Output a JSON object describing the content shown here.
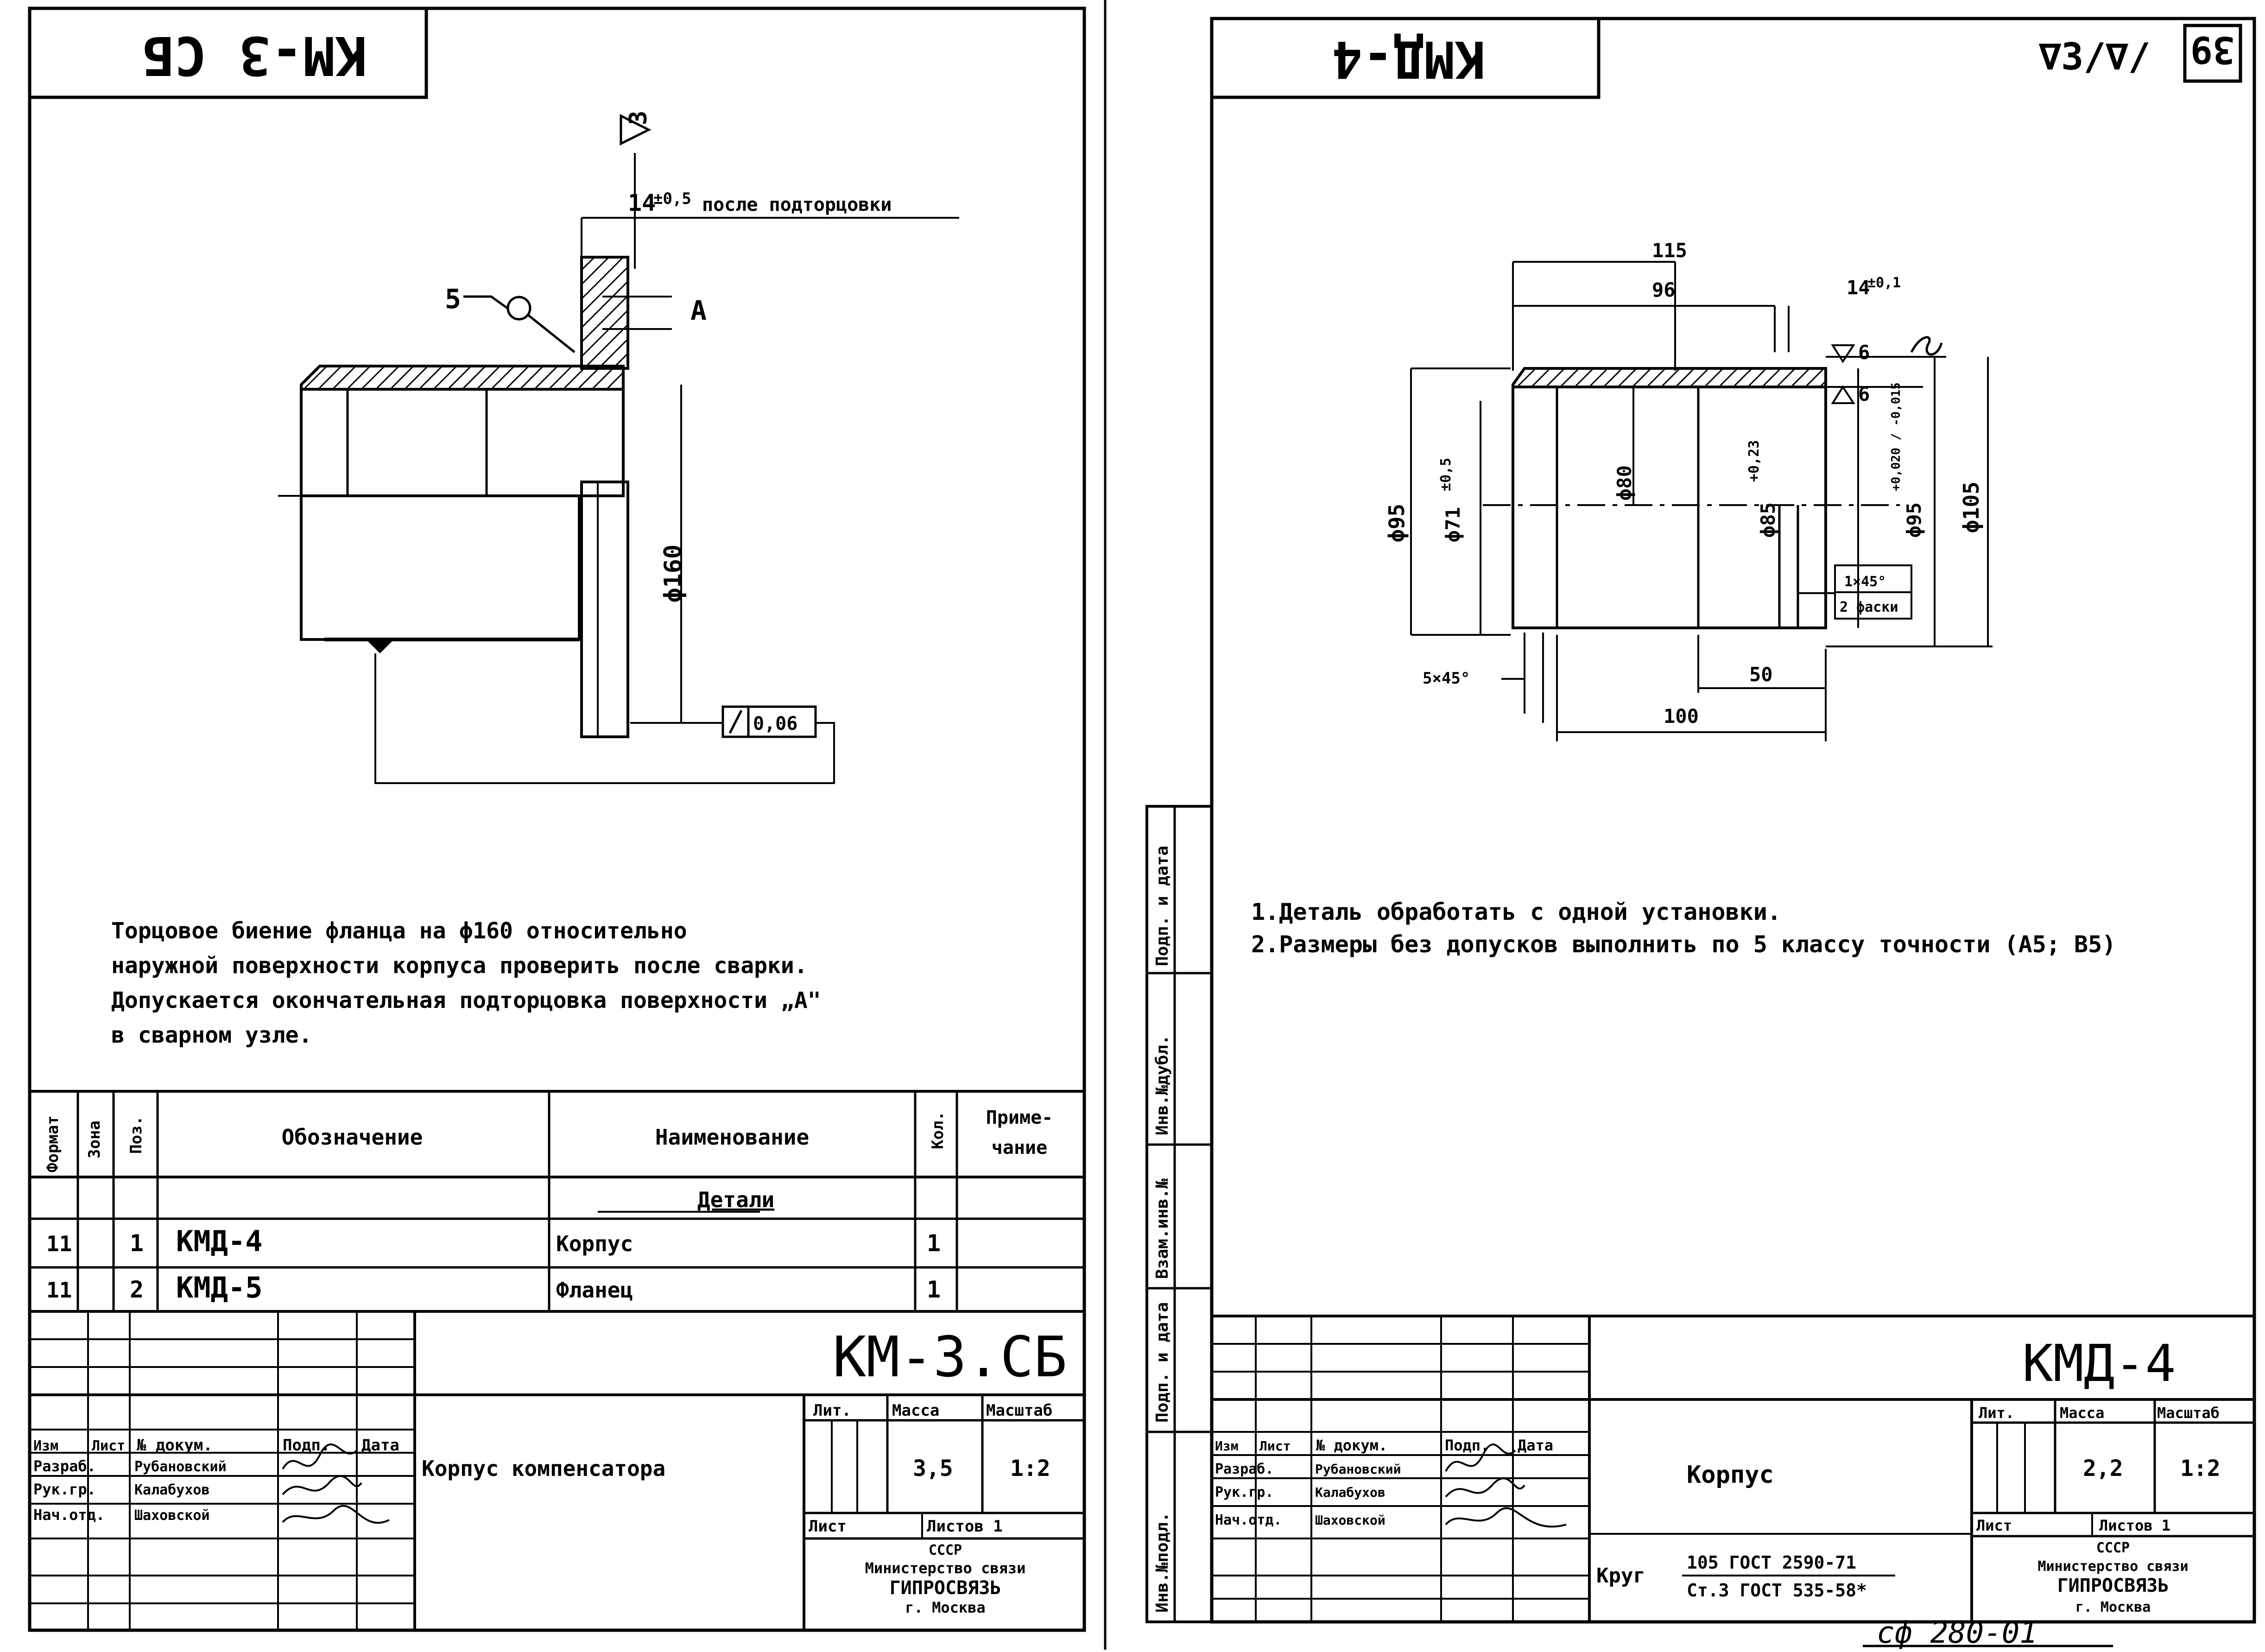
{
  "sheet_left": {
    "stamp_top": "КМ-3 СБ",
    "roughness_top": "3",
    "dim_flange": "14",
    "dim_flange_tol": "±0,5",
    "dim_flange_note": "после подторцовки",
    "weld_mark": "5",
    "section_mark": "А",
    "dim_diameter": "ϕ160",
    "tolerance_value": "0,06",
    "notes": [
      "Торцовое биение фланца на ϕ160 относительно",
      "наружной поверхности корпуса проверить после сварки.",
      "Допускается окончательная подторцовка поверхности „А\"",
      "в сварном узле."
    ],
    "spec_headers": {
      "format": "Формат",
      "zone": "Зона",
      "pos": "Поз.",
      "designation": "Обозначение",
      "name": "Наименование",
      "qty": "Кол.",
      "note_1": "Приме-",
      "note_2": "чание"
    },
    "spec_section": "Детали",
    "spec_rows": [
      {
        "format": "11",
        "pos": "1",
        "designation": "КМД-4",
        "name": "Корпус",
        "qty": "1"
      },
      {
        "format": "11",
        "pos": "2",
        "designation": "КМД-5",
        "name": "Фланец",
        "qty": "1"
      }
    ],
    "title_block": {
      "code": "КМ-3.СБ",
      "name": "Корпус компенсатора",
      "hdr_izm": "Изм",
      "hdr_list": "Лист",
      "hdr_doc": "№ докум.",
      "hdr_sign": "Подп.",
      "hdr_date": "Дата",
      "roles": [
        "Разраб.",
        "Рук.гр.",
        "Нач.отд."
      ],
      "people": [
        "Рубановский",
        "Калабухов",
        "Шаховской"
      ],
      "lit": "Лит.",
      "mass_label": "Масса",
      "scale_label": "Масштаб",
      "mass": "3,5",
      "scale": "1:2",
      "sheet": "Лист",
      "sheets": "Листов 1",
      "org_1": "СССР",
      "org_2": "Министерство связи",
      "org_3": "ГИПРОСВЯЗЬ",
      "org_4": "г. Москва"
    }
  },
  "sheet_right": {
    "stamp_top": "КМД-4",
    "roughness_corner": "∇3/∇/",
    "page_number": "39",
    "dims": {
      "d115": "115",
      "d96": "96",
      "d14": "14",
      "d14_tol": "±0,1",
      "d95": "ϕ95",
      "d71": "ϕ71",
      "d71_tol": "±0,5",
      "d80": "ϕ80",
      "d85": "ϕ85",
      "d85_tol": "+0,23",
      "d95b": "ϕ95",
      "d95b_tol": "+0,020 / -0,015",
      "d105": "ϕ105",
      "chamfer_1": "1×45°",
      "chamfer_2": "2 фаски",
      "chamfer_left": "5×45°",
      "d50": "50",
      "d100": "100",
      "r6a": "6",
      "r6b": "6"
    },
    "notes": [
      "1.Деталь обработать с одной установки.",
      "2.Размеры без допусков выполнить по 5 классу точности (А5; В5)"
    ],
    "side_stamp": [
      "Инв.№подл.",
      "Подп. и дата",
      "Взам.инв.№",
      "Инв.№дубл.",
      "Подп. и дата"
    ],
    "title_block": {
      "code": "КМД-4",
      "name": "Корпус",
      "hdr_izm": "Изм",
      "hdr_list": "Лист",
      "hdr_doc": "№ докум.",
      "hdr_sign": "Подп.",
      "hdr_date": "Дата",
      "roles": [
        "Разраб.",
        "Рук.гр.",
        "Нач.отд."
      ],
      "people": [
        "Рубановский",
        "Калабухов",
        "Шаховской"
      ],
      "material_label": "Круг",
      "material_top": "105 ГОСТ 2590-71",
      "material_bottom": "Ст.3 ГОСТ 535-58*",
      "lit": "Лит.",
      "mass_label": "Масса",
      "scale_label": "Масштаб",
      "mass": "2,2",
      "scale": "1:2",
      "sheet": "Лист",
      "sheets": "Листов 1",
      "org_1": "СССР",
      "org_2": "Министерство связи",
      "org_3": "ГИПРОСВЯЗЬ",
      "org_4": "г. Москва"
    },
    "archive_code": "сф 280-01"
  }
}
